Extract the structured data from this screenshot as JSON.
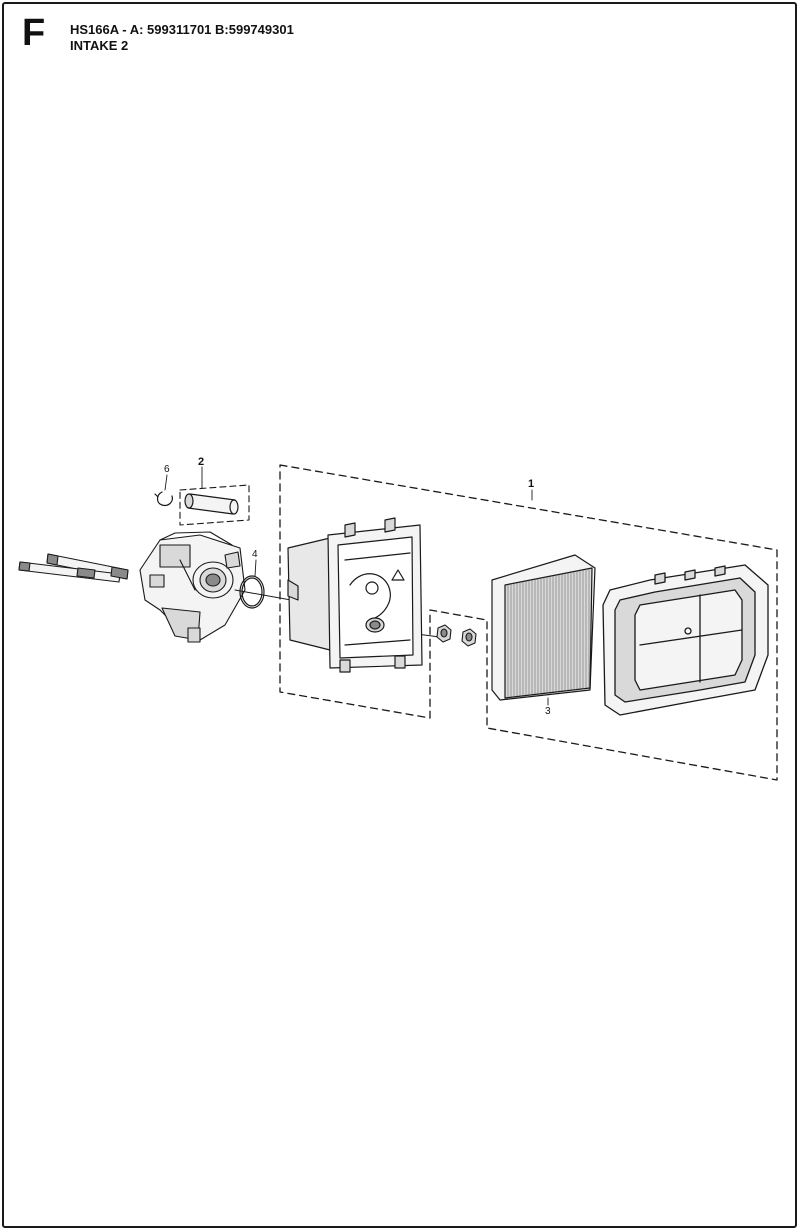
{
  "header": {
    "section_letter": "F",
    "model_line": "HS166A - A: 599311701  B:599749301",
    "section_name": "INTAKE 2"
  },
  "callouts": [
    {
      "id": "callout-1",
      "label": "1"
    },
    {
      "id": "callout-2",
      "label": "2"
    },
    {
      "id": "callout-3",
      "label": "3"
    },
    {
      "id": "callout-4",
      "label": "4"
    },
    {
      "id": "callout-6",
      "label": "6"
    }
  ],
  "parts": [
    {
      "ref": "1",
      "name": "air-filter-assembly"
    },
    {
      "ref": "2",
      "name": "breather-tube"
    },
    {
      "ref": "3",
      "name": "paper-filter-element"
    },
    {
      "ref": "4",
      "name": "gasket-ring"
    },
    {
      "ref": "6",
      "name": "hose-clamp"
    }
  ],
  "colors": {
    "line": "#1a1a1a",
    "fill_light": "#f4f4f4",
    "fill_mid": "#d9d9d9",
    "fill_dark": "#8a8a8a"
  }
}
